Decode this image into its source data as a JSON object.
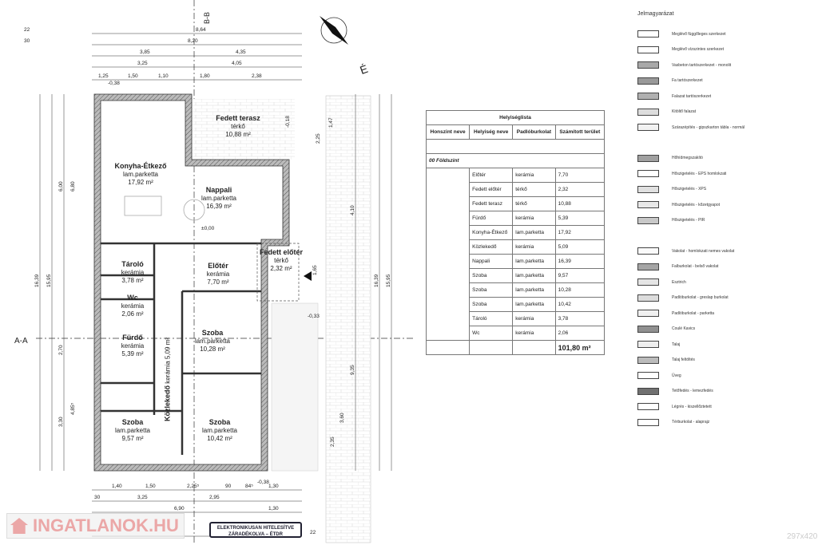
{
  "plan": {
    "section_top": "B-B",
    "section_left": "A-A",
    "north_label": "É",
    "dims_top": [
      "8,64",
      "8,20",
      "3,85",
      "4,35",
      "3,25",
      "4,05",
      "1,25",
      "1,50",
      "1,10",
      "1,80",
      "2,38",
      "22",
      "30"
    ],
    "dims_bottom": [
      "1,40",
      "1,50",
      "2,25⁵",
      "90",
      "84⁵",
      "1,30",
      "3,25",
      "2,95",
      "6,90",
      "1,30",
      "22",
      "30"
    ],
    "dims_left": [
      "16,39",
      "15,95",
      "6,00",
      "6,80",
      "2,70",
      "3,30",
      "4,85⁵"
    ],
    "dims_right": [
      "16,39",
      "15,95",
      "4,10",
      "9,35",
      "3,60",
      "2,35",
      "1,65",
      "1,47",
      "2,25"
    ],
    "levels": [
      "-0,38",
      "±0,00",
      "-0,18",
      "-0,33",
      "-0,38"
    ],
    "rooms": [
      {
        "name": "Konyha-Étkező",
        "floor": "lam.parketta",
        "area": "17,92 m²"
      },
      {
        "name": "Fedett terasz",
        "floor": "térkő",
        "area": "10,88 m²"
      },
      {
        "name": "Nappali",
        "floor": "lam.parketta",
        "area": "16,39 m²"
      },
      {
        "name": "Tároló",
        "floor": "kerámia",
        "area": "3,78 m²"
      },
      {
        "name": "Wc",
        "floor": "kerámia",
        "area": "2,06 m²"
      },
      {
        "name": "Fürdő",
        "floor": "kerámia",
        "area": "5,39 m²"
      },
      {
        "name": "Előtér",
        "floor": "kerámia",
        "area": "7,70 m²"
      },
      {
        "name": "Fedett előtér",
        "floor": "térkő",
        "area": "2,32 m²"
      },
      {
        "name": "Szoba",
        "floor": "lam.parketta",
        "area": "10,28 m²"
      },
      {
        "name": "Közlekedő",
        "floor": "kerámia",
        "area": "5,09 m²"
      },
      {
        "name": "Szoba",
        "floor": "lam.parketta",
        "area": "9,57 m²"
      },
      {
        "name": "Szoba",
        "floor": "lam.parketta",
        "area": "10,42 m²"
      }
    ]
  },
  "table": {
    "title": "Helyiséglista",
    "headers": [
      "Honszint neve",
      "Helyiség neve",
      "Padlóburkolat",
      "Számított terület"
    ],
    "level": "00 Földszint",
    "rows": [
      [
        "Előtér",
        "kerámia",
        "7,70"
      ],
      [
        "Fedett előtér",
        "térkő",
        "2,32"
      ],
      [
        "Fedett terasz",
        "térkő",
        "10,88"
      ],
      [
        "Fürdő",
        "kerámia",
        "5,39"
      ],
      [
        "Konyha-Étkező",
        "lam.parketta",
        "17,92"
      ],
      [
        "Közlekedő",
        "kerámia",
        "5,09"
      ],
      [
        "Nappali",
        "lam.parketta",
        "16,39"
      ],
      [
        "Szoba",
        "lam.parketta",
        "9,57"
      ],
      [
        "Szoba",
        "lam.parketta",
        "10,28"
      ],
      [
        "Szoba",
        "lam.parketta",
        "10,42"
      ],
      [
        "Tároló",
        "kerámia",
        "3,78"
      ],
      [
        "Wc",
        "kerámia",
        "2,06"
      ]
    ],
    "total": "101,80 m²"
  },
  "legend": {
    "title": "Jelmagyarázat",
    "items": [
      {
        "label": "Meglévő függőleges szerkezet",
        "fill": "#ffffff"
      },
      {
        "label": "Meglévő vízszintes szerkezet",
        "fill": "#ffffff"
      },
      {
        "label": "Vasbeton tartószerkezet - monolit",
        "fill": "#a8a8a8"
      },
      {
        "label": "Fa tartószerkezet",
        "fill": "#999999"
      },
      {
        "label": "Falazat tartószerkezet",
        "fill": "#b0b0b0"
      },
      {
        "label": "Kitöltő falazat",
        "fill": "#dddddd"
      },
      {
        "label": "Szárazépítés - gipszkarton tábla - normál",
        "fill": "#f2f2f2"
      },
      {
        "label": "Hőhídmegszakító",
        "fill": "#a0a0a0"
      },
      {
        "label": "Hőszigetelés - EPS homlokzati",
        "fill": "#ffffff"
      },
      {
        "label": "Hőszigetelés - XPS",
        "fill": "#e0e0e0"
      },
      {
        "label": "Hőszigetelés - kőzetgyapot",
        "fill": "#e8e8e8"
      },
      {
        "label": "Hőszigetelés - PIR",
        "fill": "#c8c8c8"
      },
      {
        "label": "Vakolat - homlokzati nemes vakolat",
        "fill": "#fafafa"
      },
      {
        "label": "Falburkolat - belső vakolat",
        "fill": "#a5a5a5"
      },
      {
        "label": "Esztrich",
        "fill": "#e5e5e5"
      },
      {
        "label": "Padlóburkolat - greslap burkolat",
        "fill": "#dcdcdc"
      },
      {
        "label": "Padlóburkolat - parketta",
        "fill": "#f0f0f0"
      },
      {
        "label": "Coulé Kavics",
        "fill": "#909090"
      },
      {
        "label": "Talaj",
        "fill": "#eeeeee"
      },
      {
        "label": "Talaj feltöltés",
        "fill": "#bbbbbb"
      },
      {
        "label": "Üveg",
        "fill": "#ffffff"
      },
      {
        "label": "Tetőfedés - lemezfedés",
        "fill": "#707070"
      },
      {
        "label": "Légrés - kiszellőztetett",
        "fill": "#ffffff"
      },
      {
        "label": "Térburkolat - alaprajz",
        "fill": "#ffffff"
      }
    ]
  },
  "watermark": "INGATLANOK.HU",
  "stamp": {
    "line1": "ELEKTRONIKUSAN HITELESÍTVE",
    "line2": "ZÁRADÉKOLVA – ÉTDR"
  },
  "sheet_size": "297x420"
}
